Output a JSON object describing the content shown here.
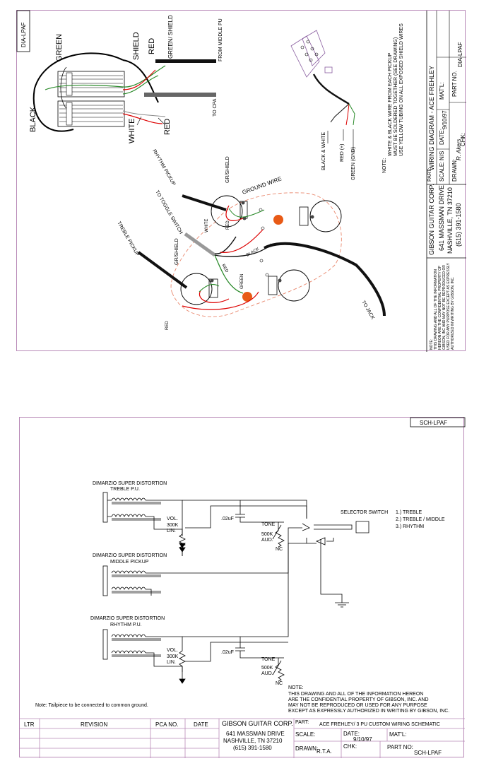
{
  "wiring": {
    "tag": "DIA-LPAF",
    "labels": {
      "green": "GREEN",
      "shield": "SHIELD",
      "red_top": "RED",
      "green_shield": "GREEN/ SHIELD",
      "from_middle_pu": "FROM MIDDLE PU",
      "to_cpa": "TO CPA",
      "black": "BLACK",
      "white": "WHITE",
      "red_bottom": "RED",
      "rhythm_pickup": "RHYTHM PICKUP",
      "gr_shield_1": "GR/SHIELD",
      "ground_wire": "GROUND WIRE",
      "to_toggle_switch": "TO TOGGLE SWITCH",
      "white_wire": "WHITE",
      "red_wire_1": "RED",
      "red_wire_2": "RED",
      "black_wire": "BLACK",
      "treble_pickup": "TREBLE PICKUP",
      "gr_shield_2": "GR/SHIELD",
      "green_wire": "GREEN",
      "red_wire_3": "RED",
      "to_jack": "TO JACK",
      "black_white": "BLACK & WHITE",
      "red_plus": "RED (+)",
      "green_gnd": "GREEN (GND)",
      "note_title": "NOTE:",
      "note_lines": [
        "WHITE & BLACK WIRE FROM EACH PICKUP",
        "MUST BE SOLDERED TOGETHER (SEE DRAWING)",
        "USE YELLOW TUBING ON ALL EXPOSED SHIELD WIRES"
      ]
    },
    "title_block": {
      "part_label": "PART:",
      "part_value": "WIRING DIAGRAM - ACE FREHLEY",
      "scale_label": "SCALE:",
      "scale_value": "N/S",
      "date_label": "DATE:",
      "date_value": "9/10/97",
      "matl_label": "MAT'L:",
      "chk_label": "CHK:",
      "drawn_label": "DRAWN:",
      "drawn_value": "R. Akers",
      "part_no_label": "PART NO.",
      "part_no_value": "DIA-LPAF",
      "company": "GIBSON GUITAR CORP.",
      "address1": "641 MASSMAN DRIVE",
      "address2": "NASHVILLE, TN 37210",
      "phone": "(615) 391-1580",
      "note_lines": [
        "NOTE:",
        "THIS DRAWING AND ALL OF THE INFORMATION",
        "HEREON ARE THE CONFIDENTIAL PROPERTY OF",
        "GIBSON, INC AND MAY NOT BE REPRODUCED OR",
        "USED FOR ANY PURPOSE EXCEPT AS EXPRESSLY",
        "AUTHORIZED IN WRITING BY GIBSON, INC."
      ]
    }
  },
  "schematic": {
    "tag": "SCH-LPAF",
    "treble_title1": "DIMARZIO SUPER DISTORTION",
    "treble_title2": "TREBLE P.U.",
    "middle_title1": "DIMARZIO SUPER DISTORTION",
    "middle_title2": "MIDDLE PICKUP",
    "rhythm_title1": "DIMARZIO SUPER DISTORTION",
    "rhythm_title2": "RHYTHM P.U.",
    "vol": "VOL.",
    "vol_val1": "300K",
    "vol_val2": "LIN.",
    "cap": ".02uF",
    "tone": "TONE",
    "tone_val1": "500K",
    "tone_val2": "AUD.",
    "nc": "NC",
    "vol_b": "VOL.",
    "vol_val1_b": "300K",
    "vol_val2_b": "LIN.",
    "cap_b": ".02uF",
    "tone_b": "TONE",
    "tone_val1_b": "500K",
    "tone_val2_b": "AUD.",
    "nc_b": "NC",
    "selector_switch": "SELECTOR SWITCH",
    "selector_options": [
      "1.) TREBLE",
      "2.) TREBLE / MIDDLE",
      "3.) RHYTHM"
    ],
    "tailpiece_note": "Note: Tailpiece to be connected to common ground.",
    "note_title": "NOTE:",
    "note_lines": [
      "THIS DRAWING AND ALL OF THE INFORMATION HEREON",
      "ARE THE CONFIDENTIAL PROPERTY OF GIBSON, INC. AND",
      "MAY NOT BE REPRODUCED OR USED FOR ANY PURPOSE",
      "EXCEPT AS EXPRESSLY AUTHORIZED IN WRITING BY GIBSON, INC."
    ],
    "title_block": {
      "ltr": "LTR",
      "revision": "REVISION",
      "pca_no": "PCA NO.",
      "date": "DATE",
      "company": "GIBSON GUITAR CORP.",
      "address1": "641 MASSMAN DRIVE",
      "address2": "NASHVILLE, TN 37210",
      "phone": "(615) 391-1580",
      "part_label": "PART:",
      "part_value": "ACE FREHLEY/ 3 PU CUSTOM WIRING SCHEMATIC",
      "scale_label": "SCALE:",
      "date_label": "DATE:",
      "date_value": "9/10/97",
      "matl_label": "MAT'L:",
      "drawn_label": "DRAWN:",
      "drawn_value": "R.T.A.",
      "chk_label": "CHK:",
      "part_no_label": "PART NO:",
      "part_no_value": "SCH-LPAF"
    }
  }
}
